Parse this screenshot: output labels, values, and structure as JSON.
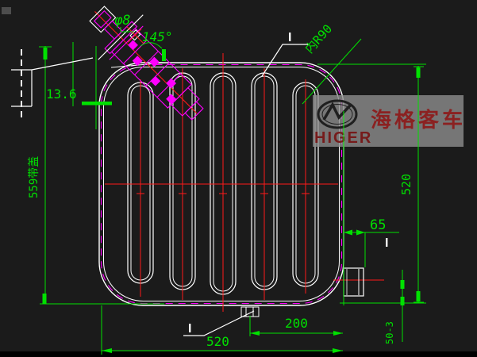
{
  "drawing": {
    "dimensions": {
      "bolt_dia": "φ8",
      "filler_angle": "145°",
      "filler_offset": "13.6",
      "height_with_cover": "559带盖",
      "corner_radius": "内R90",
      "side_height": "520",
      "outlet_protrusion": "65",
      "outlet_bottom_offset": "50-3",
      "drain_to_edge": "200",
      "bottom_width": "520"
    },
    "section_mark": "I",
    "logo": {
      "brand_cn": "海格客车",
      "brand_en": "HIGER"
    },
    "colors": {
      "dimension_green": "#00e100",
      "outline_white": "#ffffff",
      "hidden_magenta": "#ff00ff",
      "centerline_red": "#ff1a1a",
      "logo_red": "#8b2121",
      "background": "#1b1b1b"
    }
  }
}
